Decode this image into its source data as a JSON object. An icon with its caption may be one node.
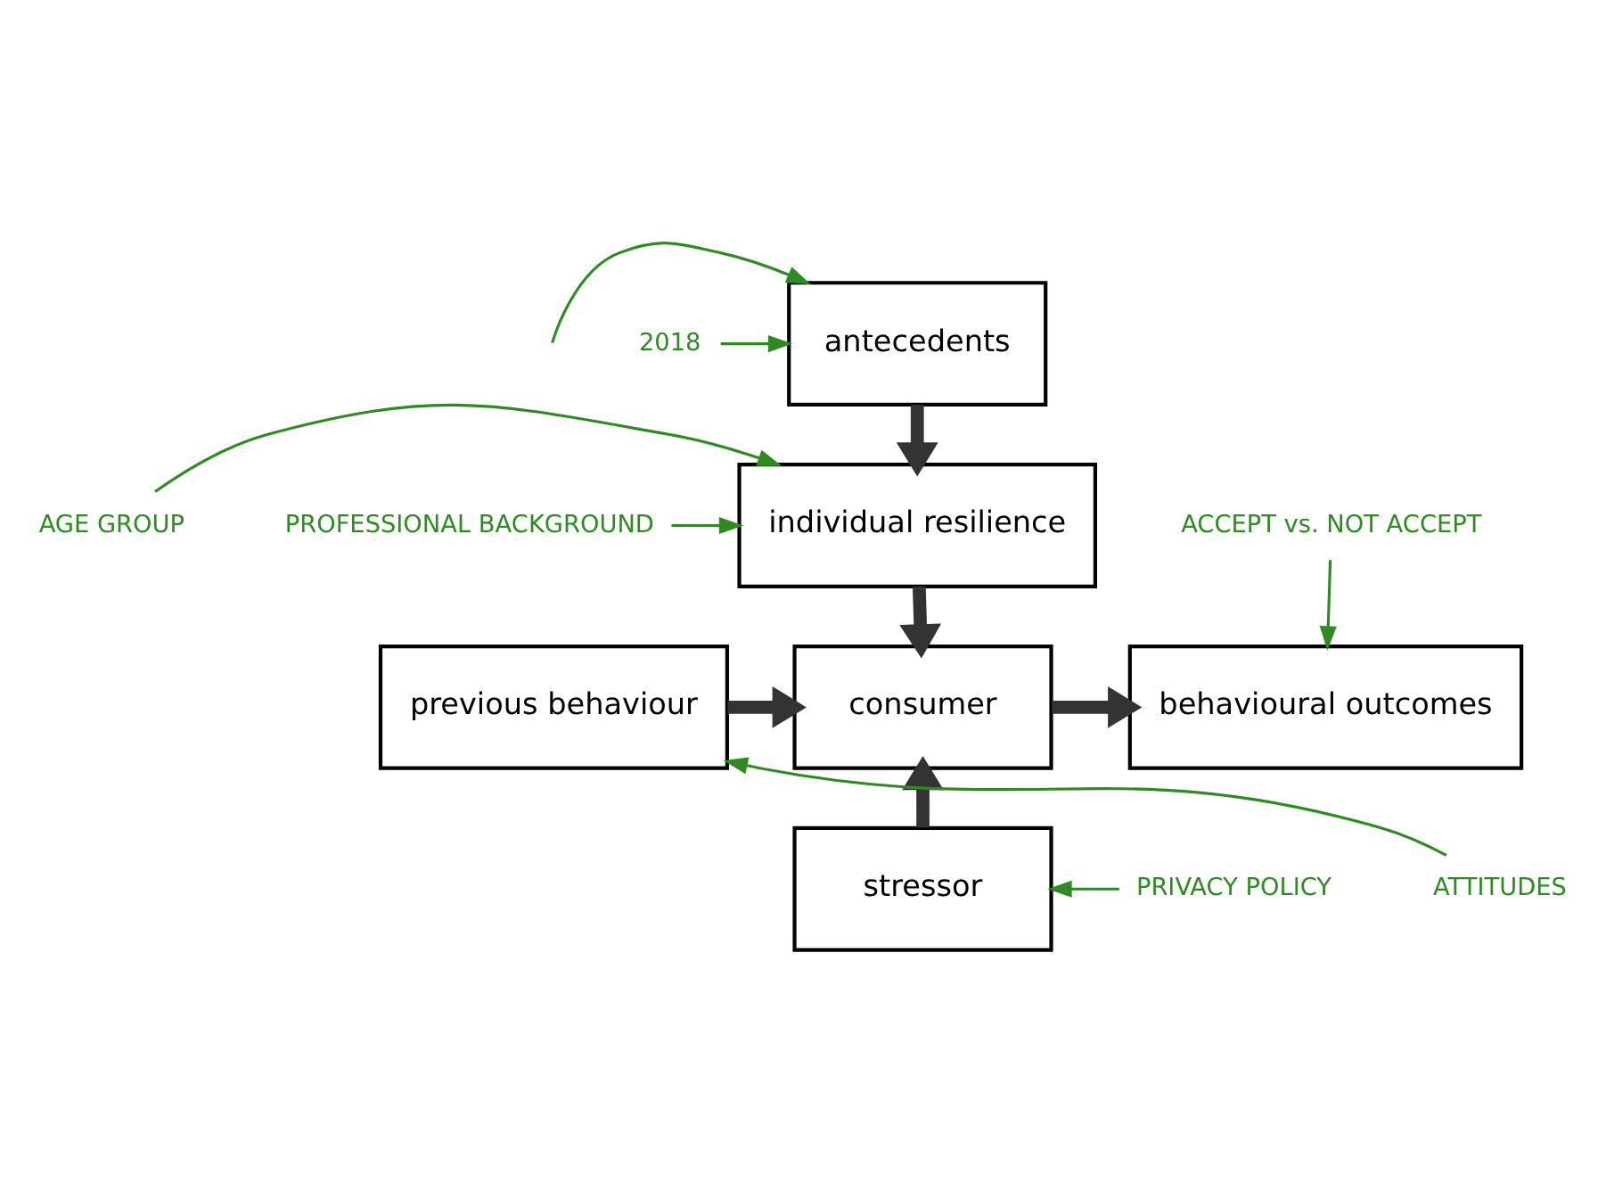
{
  "diagram": {
    "nodes": [
      {
        "text": [
          "antecedents"
        ]
      },
      {
        "text": [
          "individual resilience"
        ]
      },
      {
        "text": [
          "previous behaviour"
        ]
      },
      {
        "text": [
          "consumer"
        ]
      },
      {
        "text": [
          "behavioural outcomes"
        ]
      },
      {
        "text": [
          "stressor"
        ]
      },
      {
        "text": [
          "2018"
        ]
      },
      {
        "text": [
          "PROFESSIONAL BACKGROUND"
        ]
      },
      {
        "text": [
          "AGE GROUP"
        ]
      },
      {
        "text": [
          "ACCEPT vs. NOT ACCEPT"
        ]
      },
      {
        "text": [
          "ATTITUDES"
        ]
      },
      {
        "text": [
          "PRIVACY POLICY"
        ]
      }
    ],
    "edges": [
      {
        "from": 6,
        "to": 0,
        "arrow": "to"
      },
      {
        "from": null,
        "to": 0,
        "arrow": "to"
      },
      {
        "from": 7,
        "to": 1,
        "arrow": "to"
      },
      {
        "from": 8,
        "to": 1,
        "arrow": "to"
      },
      {
        "from": 9,
        "to": 4,
        "arrow": "to"
      },
      {
        "from": 10,
        "to": 2,
        "arrow": "to"
      },
      {
        "from": 11,
        "to": 5,
        "arrow": "to"
      },
      {
        "from": 0,
        "to": 1,
        "arrow": "to",
        "style": "thick",
        "color": "#333333"
      },
      {
        "from": 1,
        "to": 3,
        "arrow": "to",
        "style": "thick",
        "color": "#333333"
      },
      {
        "from": 2,
        "to": 3,
        "arrow": "to",
        "style": "thick",
        "color": "#333333"
      },
      {
        "from": 3,
        "to": 4,
        "arrow": "to",
        "style": "thick",
        "color": "#333333"
      },
      {
        "from": 5,
        "to": 3,
        "arrow": "to",
        "style": "thick",
        "color": "#333333"
      }
    ]
  }
}
